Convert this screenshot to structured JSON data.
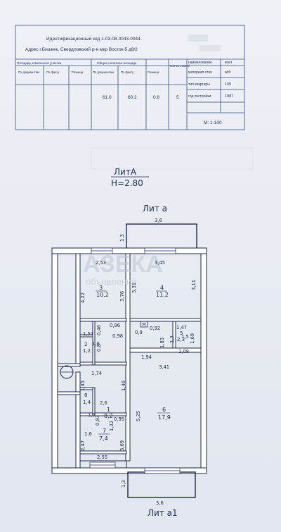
{
  "table": {
    "id_line": "Идентификационный код 1-03-08-0043-0044-",
    "address_line": "Адрес г.Бишкек, Свердловский р-н мкр Восток-5 д8/2",
    "header_land": "Площадь земельного участка",
    "header_total": "Общая полезная площадь",
    "header_floors": "Кол-во этажей",
    "sub_doc": "По документам",
    "sub_fact": "По факту",
    "sub_diff": "Разница",
    "sub_doc2": "По документам",
    "sub_fact2": "По факту",
    "sub_diff2": "Разница",
    "val_doc": "61.0",
    "val_fact": "60.2",
    "val_diff": "0.8",
    "val_floors": "5",
    "r_name": "наименование",
    "r_name_val": "жил",
    "r_wall": "материал стен",
    "r_wall_val": "ж/б",
    "r_type": "тип квартиры",
    "r_type_val": "105",
    "r_year": "год постройки",
    "r_year_val": "1987",
    "scale": "М: 1-100"
  },
  "heading": {
    "lit": "ЛитА",
    "height": "H=2.80",
    "lit_a": "Лит а",
    "lit_a1": "Лит а1"
  },
  "watermark": {
    "line1": "АЗЕКА",
    "line2": "объявлений"
  },
  "rooms": [
    {
      "num": "3",
      "area": "10,2"
    },
    {
      "num": "4",
      "area": "11,2"
    },
    {
      "num": "1",
      "area": "8,2"
    },
    {
      "num": "2",
      "area": "1,2"
    },
    {
      "num": "5",
      "area": "2,3"
    },
    {
      "num": "6",
      "area": "17,9"
    },
    {
      "num": "7",
      "area": "7,4"
    },
    {
      "num": "8",
      "area": "1,4"
    }
  ],
  "dims": {
    "balc_top_w": "3,6",
    "balc_top_h": "1,3",
    "r3_top": "2,53",
    "r4_top": "3,45",
    "r3_left": "4,22",
    "r3_right": "3,76",
    "r4_left": "3,31",
    "r4_right": "3,11",
    "r3_bottom": "1,57",
    "d046": "0,46",
    "d096": "0,96",
    "d098": "0,98",
    "d09": "0,9",
    "d092": "0,92",
    "d147": "1,47",
    "d15": "1,5",
    "d13": "1,3",
    "d169": "1,69",
    "d183": "1,83",
    "d108": "1,08",
    "d16a": "1,6",
    "d08": "0,8",
    "d194": "1,94",
    "d174": "1,74",
    "d145": "1,45",
    "d146": "1,46",
    "d341": "3,41",
    "d26": "2,6",
    "d095": "0,95",
    "d15b": "1,5",
    "d093": "0,93",
    "d122": "1,22",
    "d525": "5,25",
    "d16b": "1,6",
    "d369": "3,69",
    "d247": "2,47",
    "d255": "2,55",
    "balc_bot_h": "1,3",
    "balc_bot_w": "3,6"
  }
}
